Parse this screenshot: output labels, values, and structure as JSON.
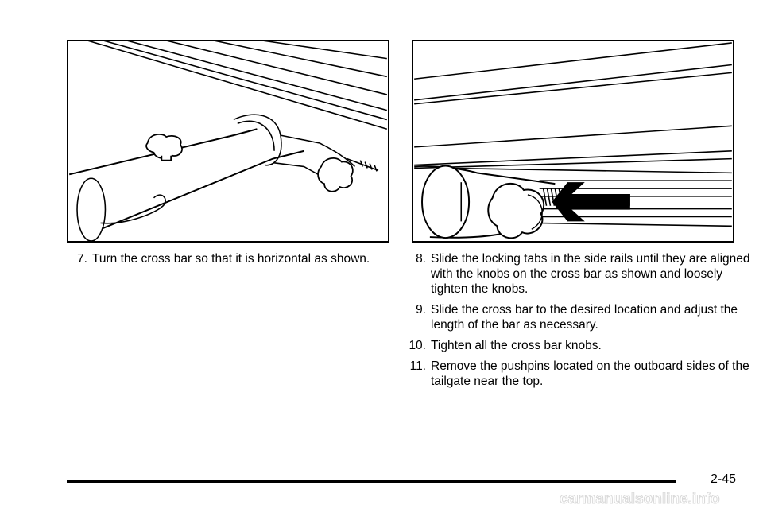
{
  "steps": [
    {
      "number": "7.",
      "text": "Turn the cross bar so that it is horizontal as shown."
    },
    {
      "number": "8.",
      "text": "Slide the locking tabs in the side rails until they are aligned with the knobs on the cross bar as shown and loosely tighten the knobs."
    },
    {
      "number": "9.",
      "text": "Slide the cross bar to the desired location and adjust the length of the bar as necessary."
    },
    {
      "number": "10.",
      "text": "Tighten all the cross bar knobs."
    },
    {
      "number": "11.",
      "text": "Remove the pushpins located on the outboard sides of the tailgate near the top."
    }
  ],
  "footer": {
    "page_number": "2-45"
  },
  "watermark": {
    "text": "carmanualsonline.info"
  },
  "colors": {
    "text": "#000000",
    "background": "#ffffff",
    "watermark": "#d9d9d9"
  }
}
